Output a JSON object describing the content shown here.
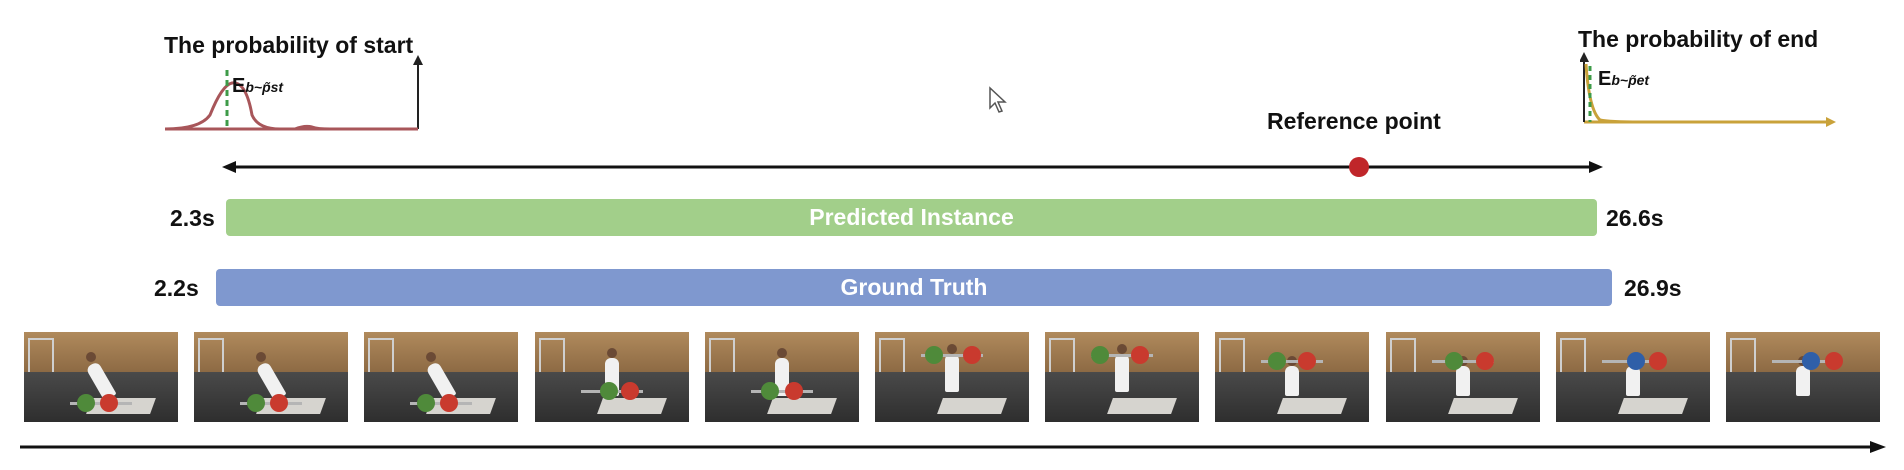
{
  "start_prob": {
    "title": "The probability of start",
    "expectation_main": "E",
    "expectation_sub": "b~p̃st"
  },
  "end_prob": {
    "title": "The probability of end",
    "expectation_main": "E",
    "expectation_sub": "b~p̃et"
  },
  "reference": {
    "label": "Reference point"
  },
  "predicted": {
    "label": "Predicted Instance",
    "start": "2.3s",
    "end": "26.6s",
    "color": "#a2cf8a"
  },
  "ground_truth": {
    "label": "Ground Truth",
    "start": "2.2s",
    "end": "26.9s",
    "color": "#7f98cf"
  },
  "colors": {
    "start_curve": "#a8565a",
    "end_curve": "#c9a23a",
    "dashed": "#3e9b48",
    "reference_dot": "#c0262a"
  },
  "frames": [
    {
      "mat": true,
      "plates": [
        [
          "#4f8a3a",
          0.4
        ],
        [
          "#c93a2e",
          0.55
        ]
      ],
      "pose": "crouch"
    },
    {
      "mat": true,
      "plates": [
        [
          "#4f8a3a",
          0.4
        ],
        [
          "#c93a2e",
          0.55
        ]
      ],
      "pose": "crouch"
    },
    {
      "mat": true,
      "plates": [
        [
          "#4f8a3a",
          0.4
        ],
        [
          "#c93a2e",
          0.55
        ]
      ],
      "pose": "crouch"
    },
    {
      "mat": true,
      "plates": [
        [
          "#4f8a3a",
          0.48
        ],
        [
          "#c93a2e",
          0.62
        ]
      ],
      "pose": "pull"
    },
    {
      "mat": true,
      "plates": [
        [
          "#4f8a3a",
          0.42
        ],
        [
          "#c93a2e",
          0.58
        ]
      ],
      "pose": "pull"
    },
    {
      "mat": true,
      "plates": [
        [
          "#4f8a3a",
          0.38
        ],
        [
          "#c93a2e",
          0.63
        ]
      ],
      "pose": "lift"
    },
    {
      "mat": true,
      "plates": [
        [
          "#4f8a3a",
          0.36
        ],
        [
          "#c93a2e",
          0.62
        ]
      ],
      "pose": "lift"
    },
    {
      "mat": true,
      "plates": [
        [
          "#4f8a3a",
          0.4
        ],
        [
          "#c93a2e",
          0.6
        ]
      ],
      "pose": "squat"
    },
    {
      "mat": true,
      "plates": [
        [
          "#4f8a3a",
          0.44
        ],
        [
          "#c93a2e",
          0.64
        ]
      ],
      "pose": "squat"
    },
    {
      "mat": true,
      "plates": [
        [
          "#2f5fa8",
          0.52
        ],
        [
          "#c93a2e",
          0.66
        ]
      ],
      "pose": "squat"
    },
    {
      "mat": false,
      "plates": [
        [
          "#2f5fa8",
          0.55
        ],
        [
          "#c93a2e",
          0.7
        ]
      ],
      "pose": "squat"
    }
  ]
}
